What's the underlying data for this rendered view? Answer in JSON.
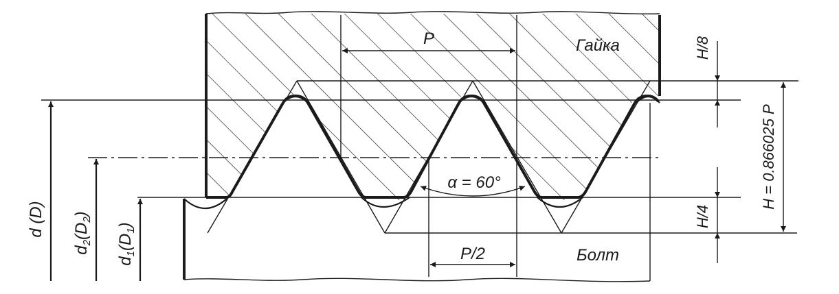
{
  "labels": {
    "pitch": "P",
    "half_pitch": "P/2",
    "nut": "Гайка",
    "bolt": "Болт",
    "angle": "α = 60°",
    "h8": "H/8",
    "h4": "H/4",
    "height": "H = 0.866025 P",
    "major_diameter": "d (D)",
    "pitch_diameter": {
      "base": "d",
      "sub": "2",
      "paren": "(D",
      "paren_sub": "2",
      "close": ")"
    },
    "minor_diameter": {
      "base": "d",
      "sub": "1",
      "paren": "(D",
      "paren_sub": "1",
      "close": ")"
    }
  },
  "colors": {
    "ink": "#1a1a1a",
    "background": "#ffffff"
  }
}
